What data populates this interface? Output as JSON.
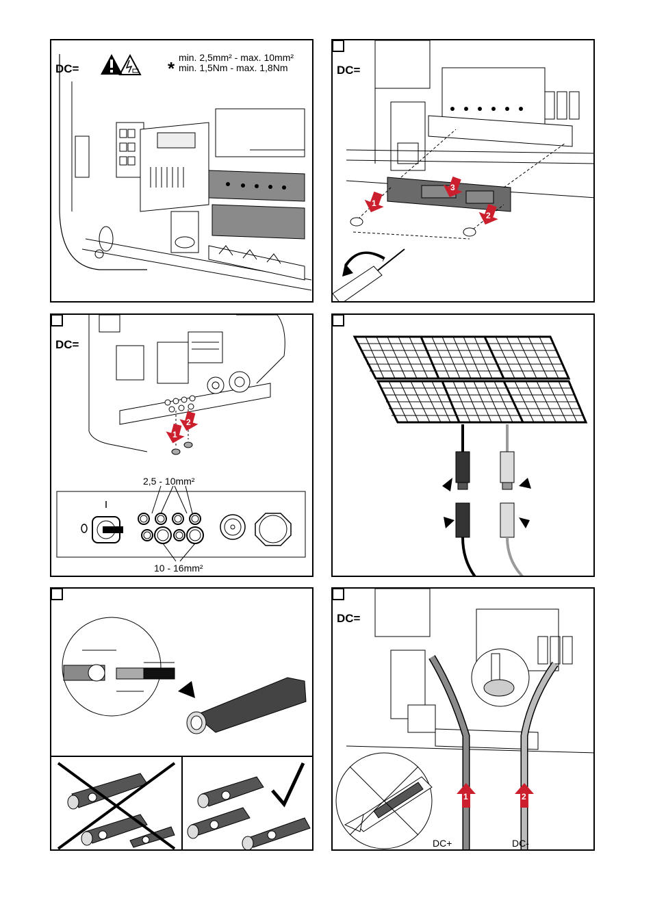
{
  "panels": {
    "p1": {
      "dc_label": "DC=",
      "spec_marker": "*",
      "spec_line1": "min. 2,5mm² - max. 10mm²",
      "spec_line2": "min. 1,5Nm  - max. 1,8Nm",
      "icons": [
        "warning-triangle-icon",
        "electric-shock-manual-icon"
      ]
    },
    "p2": {
      "dc_label": "DC=",
      "steps": [
        "1",
        "2",
        "3"
      ]
    },
    "p3": {
      "dc_label": "DC=",
      "steps": [
        "1",
        "2"
      ],
      "range_top": "2,5 - 10mm²",
      "range_bottom": "10 - 16mm²",
      "switch_on": "I",
      "switch_off": "O"
    },
    "p4": {
      "icons": [
        "solar-panel-icon",
        "mc4-connector-icon"
      ]
    },
    "p5": {
      "icons": [
        "cable-strip-icon",
        "check-icon",
        "cross-icon"
      ]
    },
    "p6": {
      "dc_label": "DC=",
      "steps": [
        "1",
        "2"
      ],
      "cable_plus": "DC+",
      "cable_minus": "DC-"
    }
  },
  "colors": {
    "step_arrow": "#cc1f2d",
    "line": "#000000",
    "cable_grey": "#9a9a9a",
    "cable_dark": "#333333"
  }
}
